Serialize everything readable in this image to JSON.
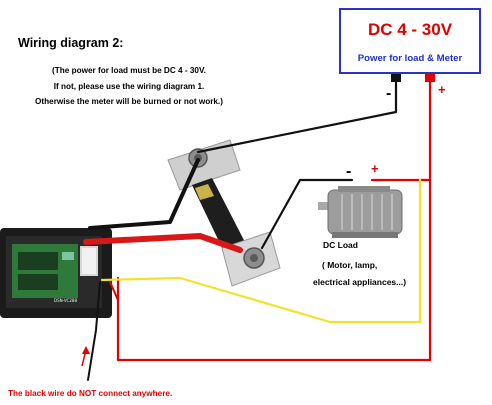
{
  "diagram": {
    "title": "Wiring diagram 2:",
    "notes": [
      "(The power for load must be DC 4 - 30V.",
      "If not, please use the wiring diagram 1.",
      "Otherwise the meter will be burned or not work.)"
    ],
    "power_supply": {
      "voltage_label": "DC 4 - 30V",
      "caption": "Power for load & Meter",
      "negative_symbol": "-",
      "positive_symbol": "+"
    },
    "load": {
      "name": "DC Load",
      "description_line1": "( Motor, lamp,",
      "description_line2": "electrical appliances...)",
      "negative_symbol": "-",
      "positive_symbol": "+"
    },
    "meter": {
      "model_text": "DSN-VC288"
    },
    "warning": "The black wire do NOT connect anywhere.",
    "colors": {
      "psu_border": "#2a32c8",
      "psu_voltage": "#e30000",
      "psu_caption": "#1f2fd0",
      "wire_red": "#e30000",
      "wire_black": "#111111",
      "wire_yellow": "#f2e22a",
      "warning": "#e30000"
    }
  }
}
